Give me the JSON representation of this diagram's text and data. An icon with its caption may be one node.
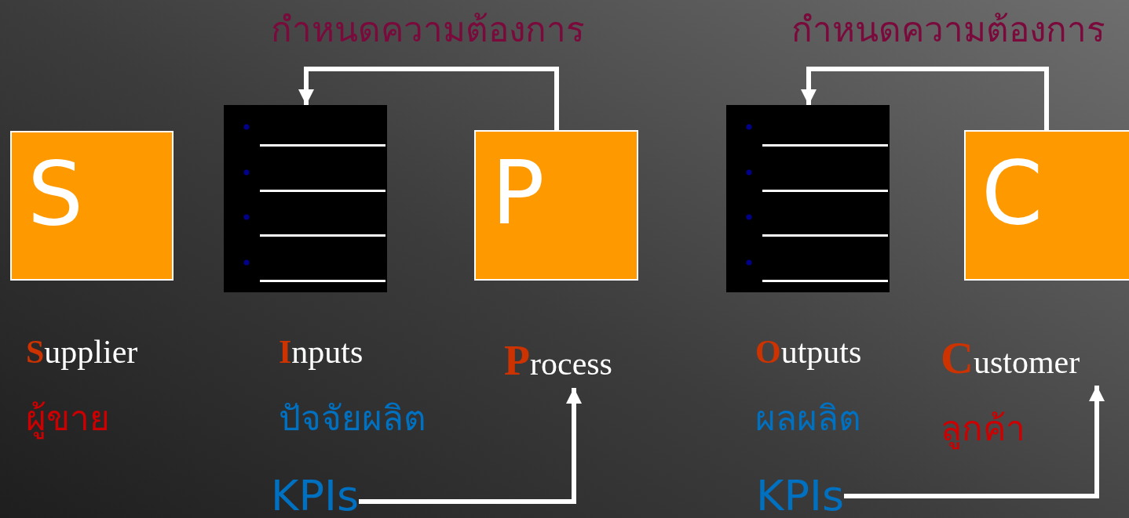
{
  "diagram": {
    "nodes": [
      {
        "text": [
          "S"
        ]
      },
      {
        "text": [],
        "shape": "box"
      },
      {
        "text": [
          "P"
        ]
      },
      {
        "text": [],
        "shape": "box"
      },
      {
        "text": [
          "C"
        ]
      },
      {
        "text": [
          "Process"
        ]
      },
      {
        "text": [
          "Customer"
        ]
      },
      {
        "text": [
          "KPIs"
        ]
      },
      {
        "text": [
          "KPIs"
        ]
      }
    ],
    "edges": [
      {
        "from": 2,
        "to": 1,
        "arrow": "to",
        "label": "กำหนดความต้องการ"
      },
      {
        "from": 4,
        "to": 3,
        "arrow": "to",
        "label": "กำหนดความต้องการ"
      },
      {
        "from": 7,
        "to": 5,
        "arrow": "to"
      },
      {
        "from": 8,
        "to": 6,
        "arrow": "to"
      }
    ],
    "labels": [
      "Supplier",
      "ผู้ขาย",
      "Inputs",
      "ปัจจัยผลิต",
      "Outputs",
      "ผลผลิต",
      "ลูกค้า"
    ]
  }
}
